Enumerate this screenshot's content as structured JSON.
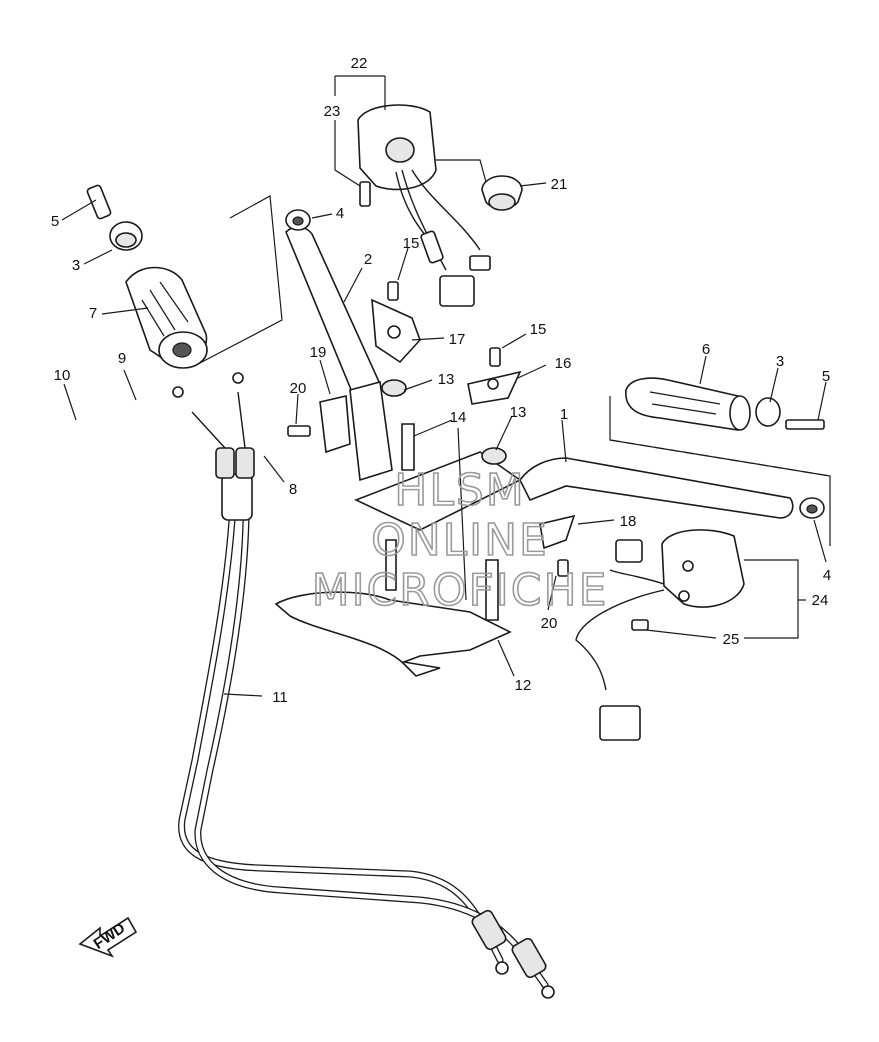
{
  "callouts": [
    {
      "id": "c22",
      "text": "22"
    },
    {
      "id": "c23",
      "text": "23"
    },
    {
      "id": "c21",
      "text": "21"
    },
    {
      "id": "c5a",
      "text": "5"
    },
    {
      "id": "c4a",
      "text": "4"
    },
    {
      "id": "c3a",
      "text": "3"
    },
    {
      "id": "c2",
      "text": "2"
    },
    {
      "id": "c15a",
      "text": "15"
    },
    {
      "id": "c7",
      "text": "7"
    },
    {
      "id": "c17",
      "text": "17"
    },
    {
      "id": "c15b",
      "text": "15"
    },
    {
      "id": "c19",
      "text": "19"
    },
    {
      "id": "c16",
      "text": "16"
    },
    {
      "id": "c6",
      "text": "6"
    },
    {
      "id": "c3b",
      "text": "3"
    },
    {
      "id": "c5b",
      "text": "5"
    },
    {
      "id": "c10",
      "text": "10"
    },
    {
      "id": "c9",
      "text": "9"
    },
    {
      "id": "c20a",
      "text": "20"
    },
    {
      "id": "c13a",
      "text": "13"
    },
    {
      "id": "c14",
      "text": "14"
    },
    {
      "id": "c13b",
      "text": "13"
    },
    {
      "id": "c1",
      "text": "1"
    },
    {
      "id": "c8",
      "text": "8"
    },
    {
      "id": "c18",
      "text": "18"
    },
    {
      "id": "c4b",
      "text": "4"
    },
    {
      "id": "c24",
      "text": "24"
    },
    {
      "id": "c20b",
      "text": "20"
    },
    {
      "id": "c25",
      "text": "25"
    },
    {
      "id": "c12",
      "text": "12"
    },
    {
      "id": "c11",
      "text": "11"
    }
  ],
  "watermark": {
    "line1": "HLSM",
    "line2": "ONLINE",
    "line3": "MICROFICHE"
  },
  "fwd_label": "FWD"
}
